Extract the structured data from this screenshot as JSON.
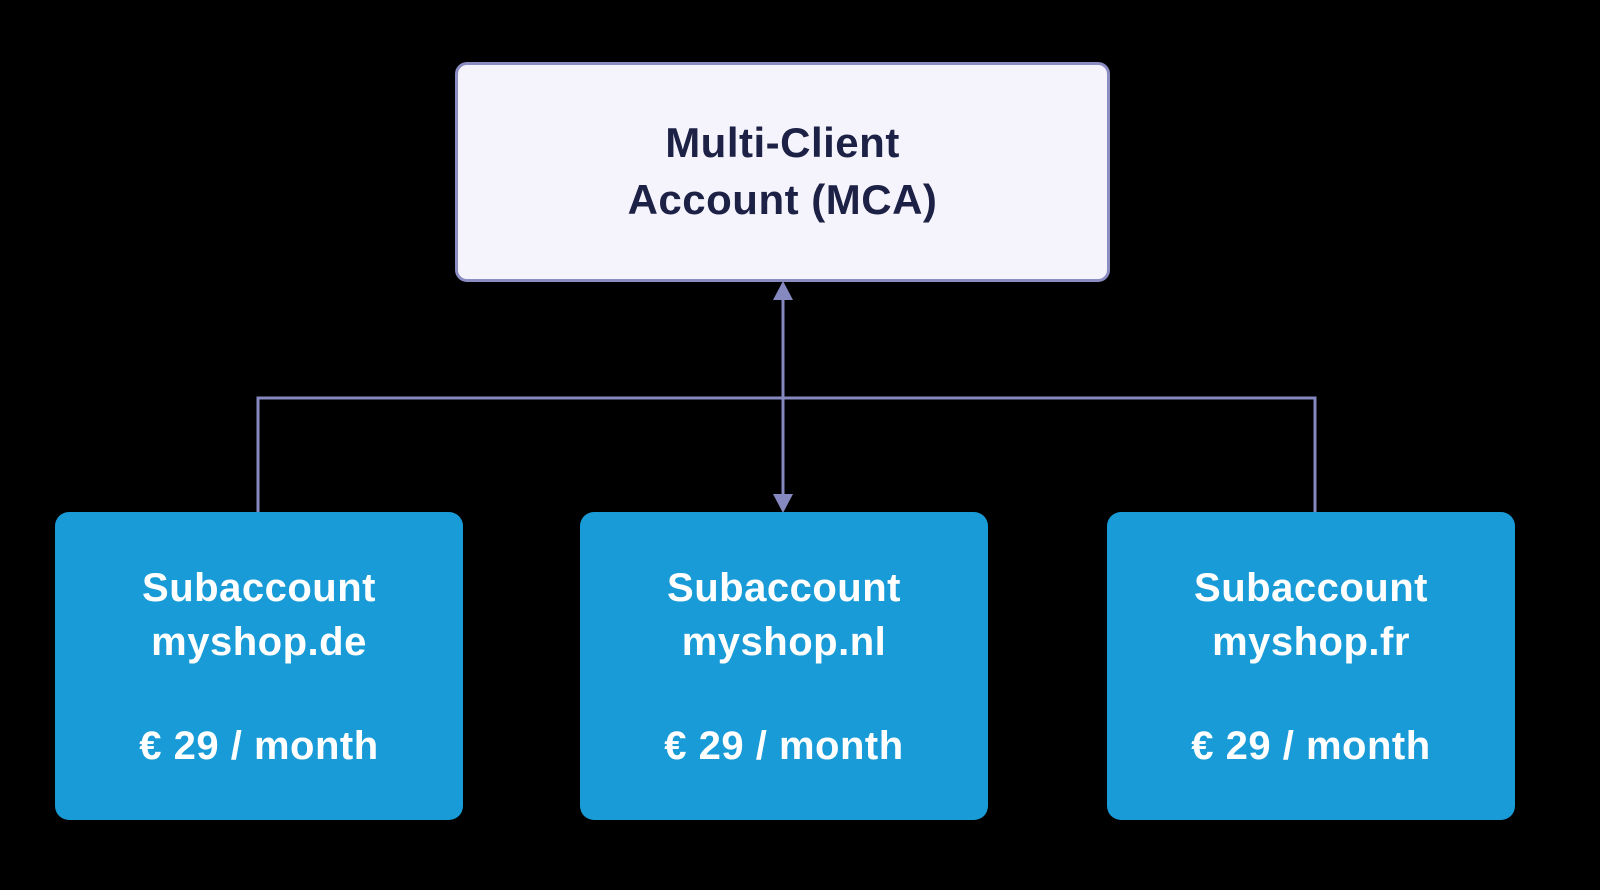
{
  "diagram": {
    "root": {
      "title_line1": "Multi-Client",
      "title_line2": "Account (MCA)"
    },
    "subaccounts": [
      {
        "label": "Subaccount",
        "domain": "myshop.de",
        "price": "€ 29 / month"
      },
      {
        "label": "Subaccount",
        "domain": "myshop.nl",
        "price": "€ 29 / month"
      },
      {
        "label": "Subaccount",
        "domain": "myshop.fr",
        "price": "€ 29 / month"
      }
    ],
    "colors": {
      "background": "#000000",
      "root_fill": "#f5f4fc",
      "root_border": "#8b8cc2",
      "root_text": "#1c2145",
      "subaccount_fill": "#189bd7",
      "subaccount_text": "#ffffff",
      "connector": "#8589c0"
    }
  }
}
